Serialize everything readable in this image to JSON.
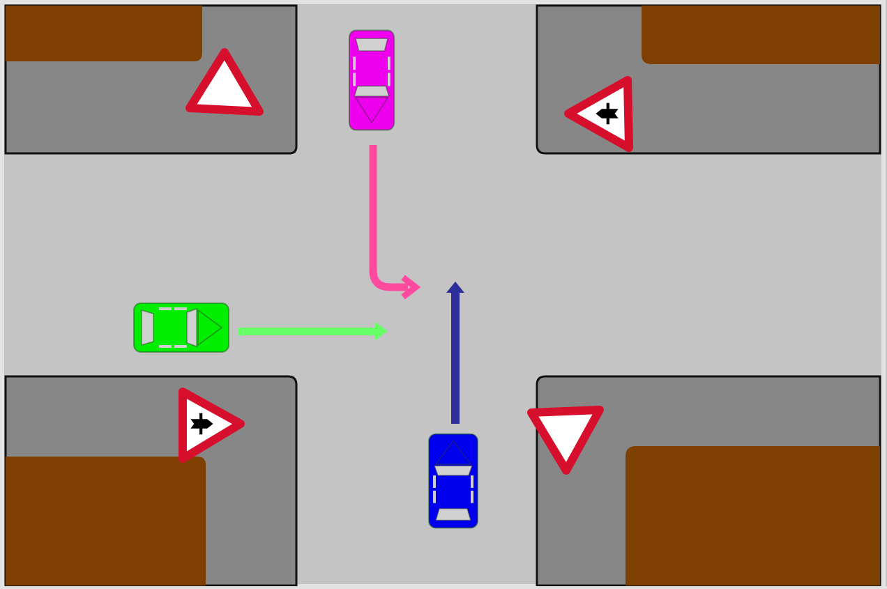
{
  "colors": {
    "road": "#c4c4c4",
    "sidewalk": "#878787",
    "ground": "#7f3f00",
    "sign_border": "#d6102c",
    "car_green": "#00ee00",
    "car_magenta": "#ee00ee",
    "car_blue": "#0000ee",
    "arrow_pink": "#ff4aa0",
    "arrow_green": "#66ff66",
    "arrow_blue": "#2e2e9a"
  },
  "vehicles": [
    {
      "id": "green",
      "heading": "east",
      "path": "straight"
    },
    {
      "id": "magenta",
      "heading": "south",
      "path": "turn-left"
    },
    {
      "id": "blue",
      "heading": "north",
      "path": "straight"
    }
  ],
  "signs": [
    {
      "corner": "top-left",
      "type": "warning-triangle"
    },
    {
      "corner": "top-right",
      "type": "priority-intersection",
      "points": "left"
    },
    {
      "corner": "bottom-left",
      "type": "priority-intersection",
      "points": "right"
    },
    {
      "corner": "bottom-right",
      "type": "give-way"
    }
  ]
}
